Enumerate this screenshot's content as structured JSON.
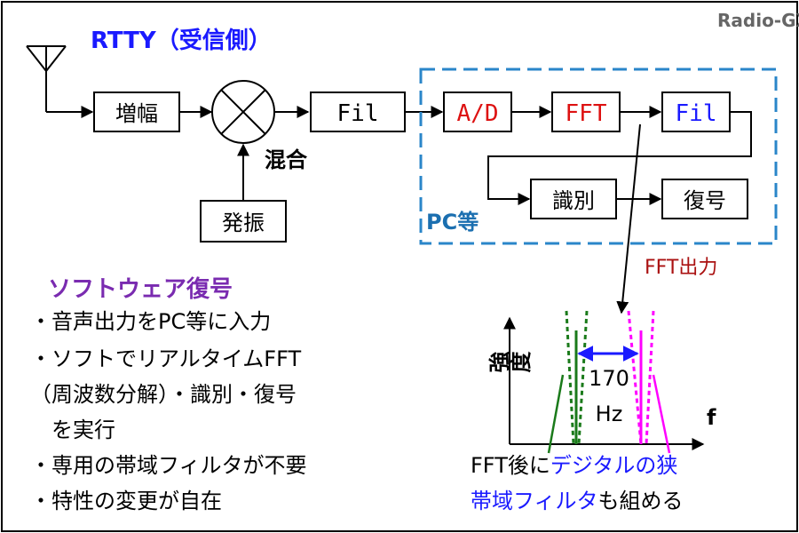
{
  "watermark": "Radio-GXK",
  "title": "RTTY（受信側）",
  "blocks": {
    "amp": "増幅",
    "osc": "発振",
    "mixer_label": "混合",
    "filter1": "Fil",
    "adc": "A/D",
    "fft": "FFT",
    "filter2": "Fil",
    "discriminate": "識別",
    "decode": "復号",
    "pc_label": "PC等"
  },
  "fft_output_label": "FFT出力",
  "software": {
    "heading": "ソフトウェア復号",
    "lines": [
      "・音声出力をPC等に入力",
      "・ソフトでリアルタイムFFT",
      "（周波数分解）・識別・復号",
      "　を実行",
      "・専用の帯域フィルタが不要",
      "・特性の変更が自在"
    ]
  },
  "spectrum": {
    "ylabel": "強度",
    "xlabel": "f",
    "spacing_value": "170",
    "spacing_unit": "Hz"
  },
  "caption": {
    "line1_prefix": "FFT後に",
    "line1_highlight": "デジタルの狭",
    "line2_highlight": "帯域フィルタ",
    "line2_suffix": "も組める"
  },
  "colors": {
    "title": "#1a1aff",
    "heading": "#7a2bb0",
    "red": "#dd1111",
    "blue": "#1a1aff",
    "dark_red": "#aa1111",
    "pc_blue": "#1b6fb0",
    "dash_box": "#2a86c9",
    "green": "#1a7a1a",
    "magenta": "#ff00ff",
    "watermark": "#666666"
  }
}
